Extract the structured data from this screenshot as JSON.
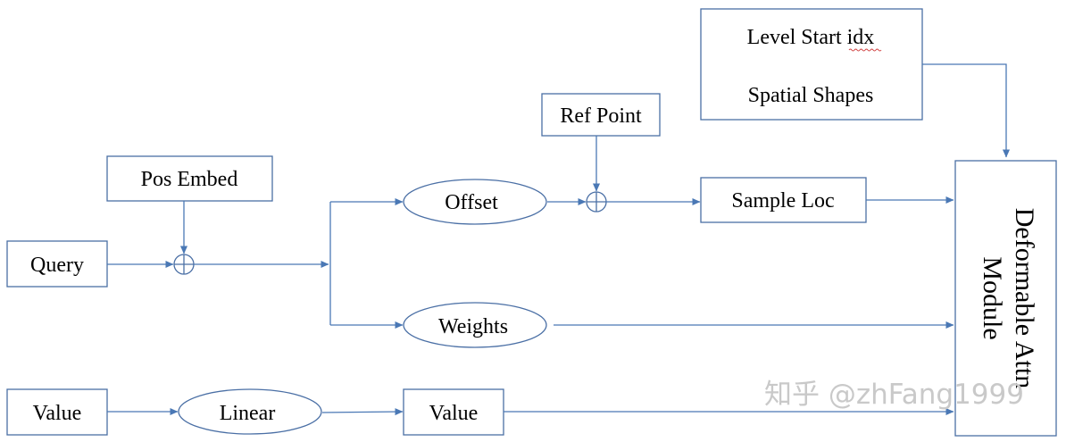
{
  "nodes": {
    "level_start": "Level Start idx",
    "spatial_shapes": "Spatial Shapes",
    "ref_point": "Ref Point",
    "pos_embed": "Pos Embed",
    "query": "Query",
    "offset": "Offset",
    "sample_loc": "Sample Loc",
    "weights": "Weights",
    "value_in": "Value",
    "linear": "Linear",
    "value_out": "Value",
    "deform_line1": "Deformable Attn",
    "deform_line2": "Module"
  },
  "watermark": "知乎 @zhFang1999",
  "colors": {
    "box_border": "#4a6fa5",
    "arrow": "#4a78b5",
    "spellcheck_underline": "#d04040"
  }
}
